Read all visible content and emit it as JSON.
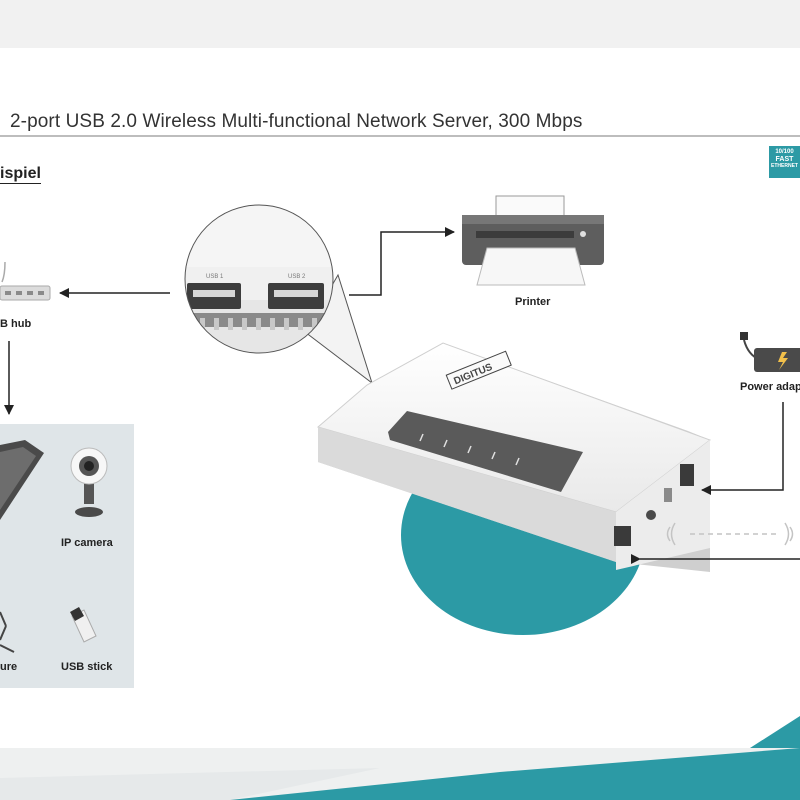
{
  "header": {
    "title": "2-port USB 2.0 Wireless Multi-functional Network Server, 300 Mbps",
    "section_label": "ispiel"
  },
  "badge": {
    "line1": "10/100",
    "line2": "FAST",
    "line3": "ETHERNET"
  },
  "magnifier": {
    "port1_label": "USB 1",
    "port2_label": "USB 2"
  },
  "device": {
    "brand": "DIGITUS"
  },
  "labels": {
    "printer": "Printer",
    "power_adapter": "Power adap",
    "usb_hub": "B hub",
    "ip_camera": "IP camera",
    "usb_stick": "USB stick",
    "left_bottom": "ure"
  },
  "colors": {
    "teal": "#2c9aa5",
    "panel": "#dfe5e8",
    "front_panel": "#5a5a5a",
    "rule": "#bdbdbd"
  }
}
